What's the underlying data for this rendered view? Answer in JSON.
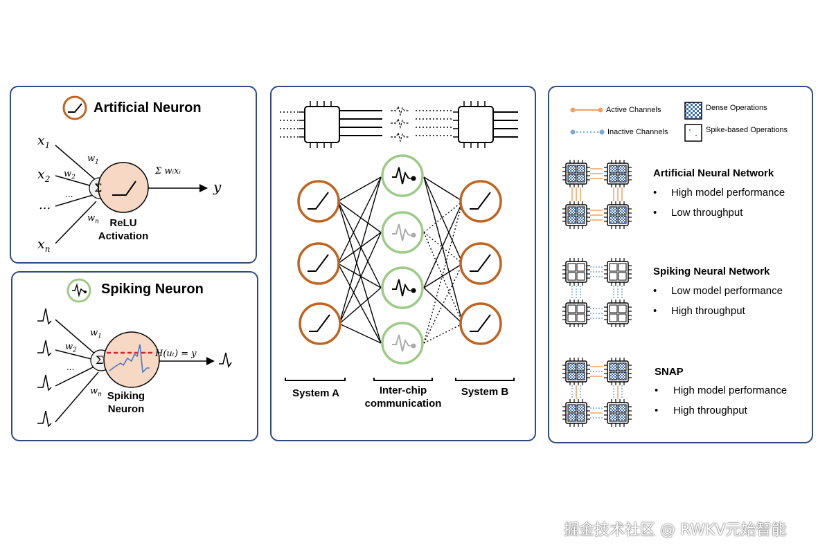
{
  "artificial_neuron": {
    "title": "Artificial Neuron",
    "inputs": [
      "x1",
      "x2",
      "...",
      "xn"
    ],
    "weights": [
      "w1",
      "w2",
      "...",
      "wn"
    ],
    "sum_symbol": "Σ",
    "sum_formula": "Σ wᵢxᵢ",
    "output": "y",
    "activation_label_line1": "ReLU",
    "activation_label_line2": "Activation"
  },
  "spiking_neuron": {
    "title": "Spiking Neuron",
    "weights": [
      "w1",
      "w2",
      "...",
      "wn"
    ],
    "sum_symbol": "Σ",
    "output_formula": "H(uₜ) = y",
    "activation_label_line1": "Spiking",
    "activation_label_line2": "Neuron"
  },
  "middle": {
    "system_a": "System A",
    "inter_chip_line1": "Inter-chip",
    "inter_chip_line2": "communication",
    "system_b": "System B"
  },
  "legend": {
    "active_channels": "Active Channels",
    "inactive_channels": "Inactive Channels",
    "dense_operations": "Dense Operations",
    "spike_operations": "Spike-based Operations"
  },
  "networks": [
    {
      "title": "Artificial Neural Network",
      "bullets": [
        "High model performance",
        "Low throughput"
      ]
    },
    {
      "title": "Spiking Neural Network",
      "bullets": [
        "Low model performance",
        "High throughput"
      ]
    },
    {
      "title": "SNAP",
      "bullets": [
        "High model performance",
        "High throughput"
      ]
    }
  ],
  "watermark": "掘金技术社区 @ RWKV元始智能",
  "colors": {
    "panel_border": "#2e4a7e",
    "ann_neuron": "#c0631f",
    "snn_neuron": "#9ccb86",
    "neuron_fill": "#f7d8c4",
    "active_channel": "#f0a060",
    "inactive_channel": "#7aa8d8",
    "dense_checker": "#3a6fb5",
    "threshold_line": "#e02020",
    "membrane_trace": "#4a78c0"
  }
}
